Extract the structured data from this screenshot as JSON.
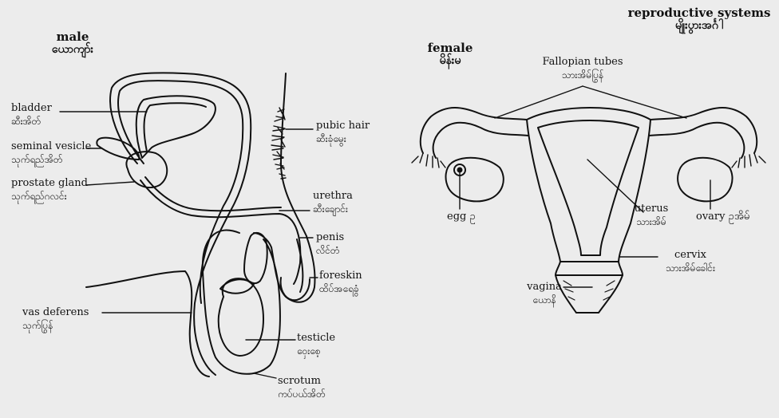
{
  "titles": {
    "main": {
      "en": "reproductive systems",
      "my": "မျိုးပွားအင်္ဂါ"
    },
    "male": {
      "en": "male",
      "my": "ယောကျာ်း"
    },
    "female": {
      "en": "female",
      "my": "မိန်းမ"
    }
  },
  "male_labels": {
    "bladder": {
      "en": "bladder",
      "my": "ဆီးအိတ်"
    },
    "seminal_vesicle": {
      "en": "seminal vesicle",
      "my": "သုက်ရည်အိတ်"
    },
    "prostate_gland": {
      "en": "prostate gland",
      "my": "သုက်ရည်ဂလင်း"
    },
    "vas_deferens": {
      "en": "vas deferens",
      "my": "သုက်ပြွန်"
    },
    "pubic_hair": {
      "en": "pubic hair",
      "my": "ဆီးခုံမွေး"
    },
    "urethra": {
      "en": "urethra",
      "my": "ဆီးချောင်း"
    },
    "penis": {
      "en": "penis",
      "my": "လိင်တံ"
    },
    "foreskin": {
      "en": "foreskin",
      "my": "ထိပ်အရေခွံ"
    },
    "testicle": {
      "en": "testicle",
      "my": "ဝှေးစေ့"
    },
    "scrotum": {
      "en": "scrotum",
      "my": "ကပ်ပယ်အိတ်"
    }
  },
  "female_labels": {
    "fallopian_tubes": {
      "en": "Fallopian tubes",
      "my": "သားအိမ်ပြွန်"
    },
    "egg": {
      "en": "egg",
      "my": "ဥ"
    },
    "uterus": {
      "en": "uterus",
      "my": "သားအိမ်"
    },
    "ovary": {
      "en": "ovary",
      "my": "ဥအိမ်"
    },
    "cervix": {
      "en": "cervix",
      "my": "သားအိမ်ခေါင်း"
    },
    "vagina": {
      "en": "vagina",
      "my": "ယောနိ"
    }
  }
}
